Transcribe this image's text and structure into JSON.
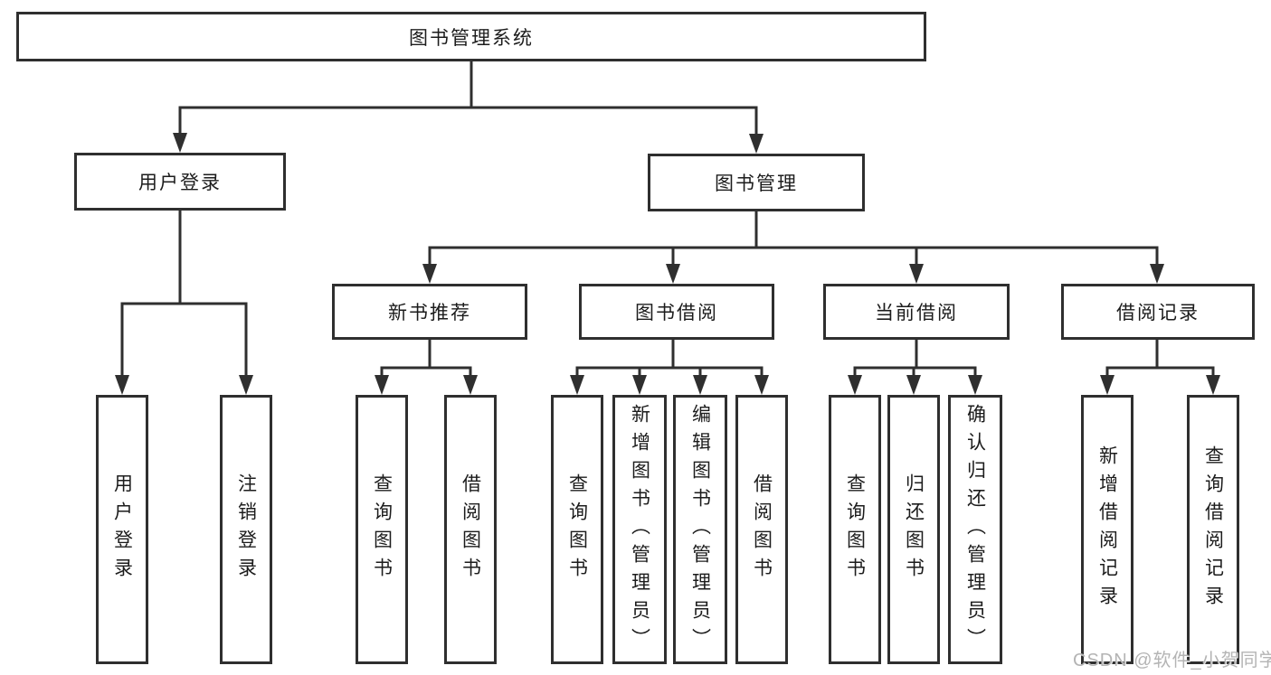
{
  "tree": {
    "root": "图书管理系统",
    "children": [
      {
        "label": "用户登录",
        "children": [
          "用户登录",
          "注销登录"
        ]
      },
      {
        "label": "图书管理",
        "children": [
          {
            "label": "新书推荐",
            "children": [
              "查询图书",
              "借阅图书"
            ]
          },
          {
            "label": "图书借阅",
            "children": [
              "查询图书",
              "新增图书（管理员）",
              "编辑图书（管理员）",
              "借阅图书"
            ]
          },
          {
            "label": "当前借阅",
            "children": [
              "查询图书",
              "归还图书",
              "确认归还（管理员）"
            ]
          },
          {
            "label": "借阅记录",
            "children": [
              "新增借阅记录",
              "查询借阅记录"
            ]
          }
        ]
      }
    ]
  },
  "watermark": {
    "text": "CSDN @软件_小贺同学"
  },
  "colors": {
    "line": "#2f2f2f",
    "text": "#1c1c1c",
    "background": "#ffffff",
    "watermark": "#b4b4b4"
  }
}
